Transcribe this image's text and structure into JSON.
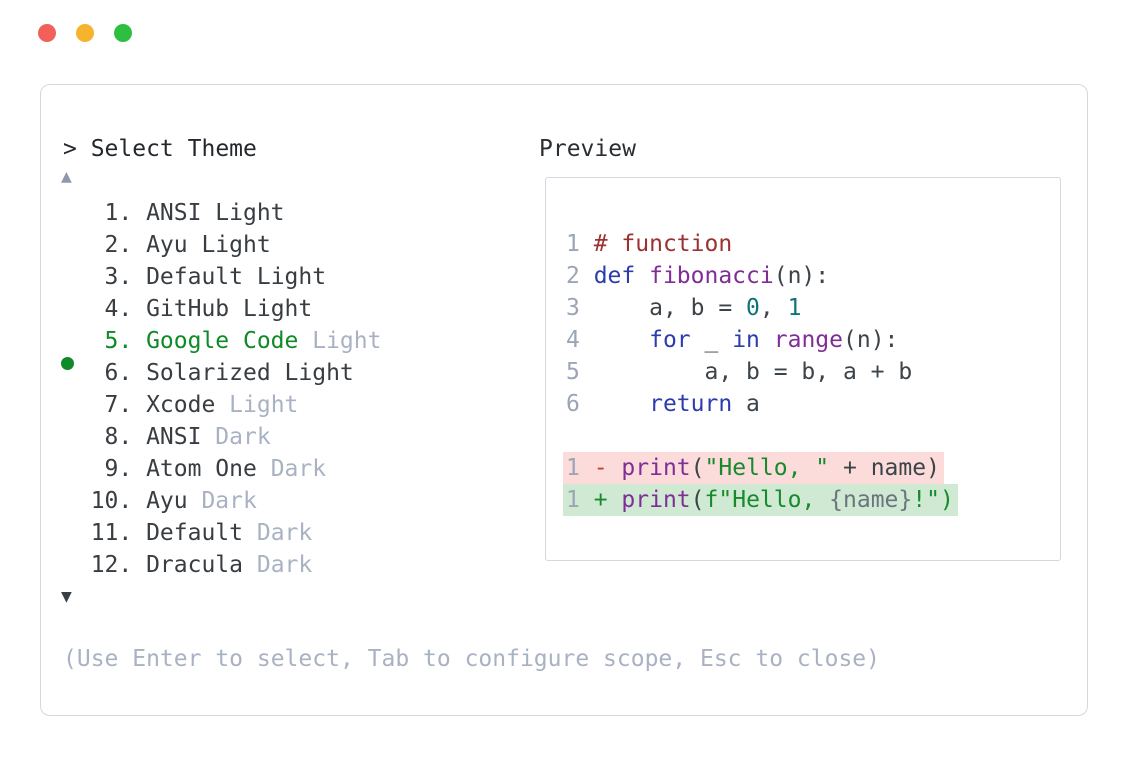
{
  "window": {
    "traffic_lights": {
      "close": "close",
      "minimize": "minimize",
      "zoom": "zoom"
    }
  },
  "theme_picker": {
    "prompt": "> Select Theme",
    "scroll_up_icon": "▲",
    "scroll_down_icon": "▼",
    "items": [
      {
        "number": "1.",
        "name": "ANSI",
        "variant": "Light",
        "selected": false
      },
      {
        "number": "2.",
        "name": "Ayu",
        "variant": "Light",
        "selected": false
      },
      {
        "number": "3.",
        "name": "Default",
        "variant": "Light",
        "selected": false
      },
      {
        "number": "4.",
        "name": "GitHub",
        "variant": "Light",
        "selected": false
      },
      {
        "number": "5.",
        "name": "Google Code",
        "variant": "Light",
        "selected": true
      },
      {
        "number": "6.",
        "name": "Solarized",
        "variant": "Light",
        "selected": false
      },
      {
        "number": "7.",
        "name": "Xcode",
        "variant": "Light",
        "selected": false
      },
      {
        "number": "8.",
        "name": "ANSI",
        "variant": "Dark",
        "selected": false
      },
      {
        "number": "9.",
        "name": "Atom One",
        "variant": "Dark",
        "selected": false
      },
      {
        "number": "10.",
        "name": "Ayu",
        "variant": "Dark",
        "selected": false
      },
      {
        "number": "11.",
        "name": "Default",
        "variant": "Dark",
        "selected": false
      },
      {
        "number": "12.",
        "name": "Dracula",
        "variant": "Dark",
        "selected": false
      }
    ],
    "hint": "(Use Enter to select, Tab to configure scope, Esc to close)"
  },
  "preview": {
    "label": "Preview",
    "code_lines": [
      {
        "number": "1",
        "segments": [
          {
            "text": "# function",
            "token": "comment"
          }
        ]
      },
      {
        "number": "2",
        "segments": [
          {
            "text": "def ",
            "token": "kw"
          },
          {
            "text": "fibonacci",
            "token": "fn"
          },
          {
            "text": "(n):",
            "token": "pl"
          }
        ]
      },
      {
        "number": "3",
        "segments": [
          {
            "text": "    a, b = ",
            "token": "pl"
          },
          {
            "text": "0",
            "token": "numlit"
          },
          {
            "text": ", ",
            "token": "pl"
          },
          {
            "text": "1",
            "token": "numlit"
          }
        ]
      },
      {
        "number": "4",
        "segments": [
          {
            "text": "    ",
            "token": "pl"
          },
          {
            "text": "for",
            "token": "kw"
          },
          {
            "text": " _ ",
            "token": "pl"
          },
          {
            "text": "in",
            "token": "kw"
          },
          {
            "text": " ",
            "token": "pl"
          },
          {
            "text": "range",
            "token": "fn"
          },
          {
            "text": "(n):",
            "token": "pl"
          }
        ]
      },
      {
        "number": "5",
        "segments": [
          {
            "text": "        a, b = b, a + b",
            "token": "pl"
          }
        ]
      },
      {
        "number": "6",
        "segments": [
          {
            "text": "    ",
            "token": "pl"
          },
          {
            "text": "return",
            "token": "kw"
          },
          {
            "text": " a",
            "token": "pl"
          }
        ]
      }
    ],
    "diff_lines": [
      {
        "kind": "removed",
        "number": "1",
        "segments": [
          {
            "text": "-",
            "token": "minus"
          },
          {
            "text": " ",
            "token": "pl"
          },
          {
            "text": "print",
            "token": "fn"
          },
          {
            "text": "(",
            "token": "pl"
          },
          {
            "text": "\"Hello, \"",
            "token": "str"
          },
          {
            "text": " + name)",
            "token": "pl"
          }
        ]
      },
      {
        "kind": "added",
        "number": "1",
        "segments": [
          {
            "text": "+",
            "token": "plus"
          },
          {
            "text": " ",
            "token": "pl"
          },
          {
            "text": "print",
            "token": "fn"
          },
          {
            "text": "(",
            "token": "pl"
          },
          {
            "text": "f\"Hello, ",
            "token": "str"
          },
          {
            "text": "{name}",
            "token": "interp"
          },
          {
            "text": "!\")",
            "token": "str"
          }
        ]
      }
    ]
  },
  "colors": {
    "accent_green": "#0f8a28",
    "muted_text": "#a9b2c3",
    "diff_removed_bg": "#fbdcda",
    "diff_added_bg": "#cfe9d3",
    "traffic_red": "#f1605b",
    "traffic_yellow": "#f5b32e",
    "traffic_green": "#2ebf41"
  }
}
